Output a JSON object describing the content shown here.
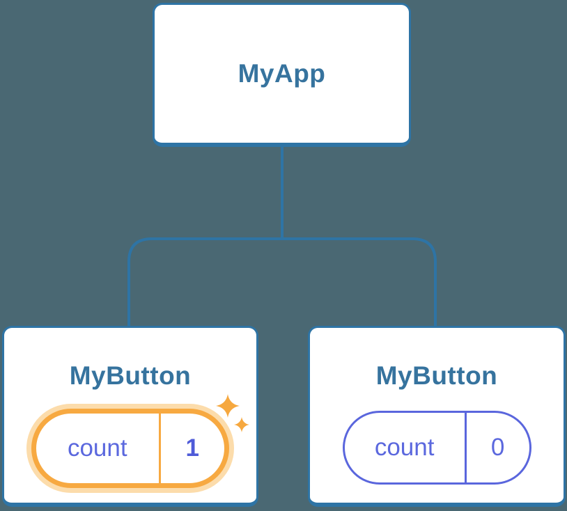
{
  "tree": {
    "root": {
      "title": "MyApp"
    },
    "children": [
      {
        "title": "MyButton",
        "state": {
          "label": "count",
          "value": "1"
        },
        "highlighted": true
      },
      {
        "title": "MyButton",
        "state": {
          "label": "count",
          "value": "0"
        },
        "highlighted": false
      }
    ]
  },
  "colors": {
    "background": "#4a6873",
    "node_fill": "#ffffff",
    "node_border": "#2e74a5",
    "title_text": "#36739e",
    "connector_line": "#2e74a5",
    "state_purple": "#5a66dd",
    "state_text": "#5b68de",
    "highlight_orange": "#f7a941",
    "highlight_glow": "#fcdcab",
    "sparkle": "#f6a83f"
  }
}
